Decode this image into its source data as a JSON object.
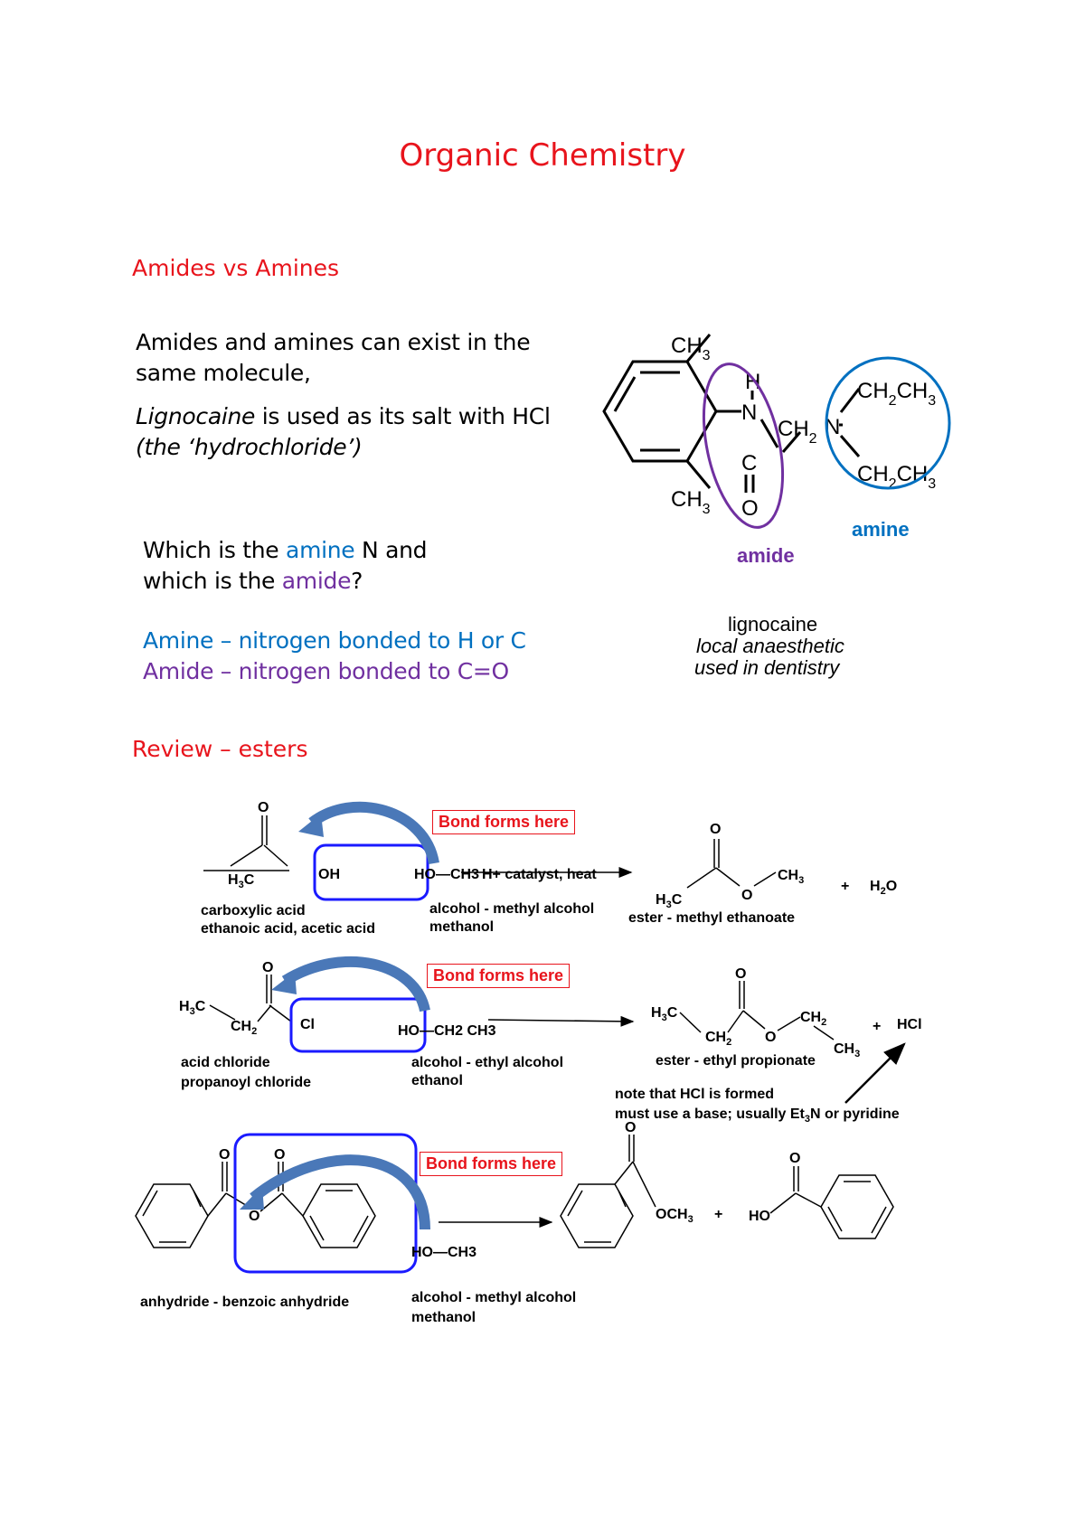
{
  "title": "Organic Chemistry",
  "section1": {
    "heading": "Amides vs Amines",
    "line1": "Amides and amines can exist in the",
    "line2": "same molecule,",
    "line3_italic": "Lignocaine",
    "line3_rest": " is used as its salt with HCl",
    "line4": "(the ‘hydrochloride’)",
    "q_part1": "Which is the ",
    "q_amine": "amine",
    "q_part2": " N and",
    "q_part3": "which is the ",
    "q_amide": "amide",
    "q_part4": "?",
    "def_amine": "Amine – nitrogen bonded to H or C",
    "def_amide": "Amide – nitrogen bonded to C=O",
    "molecule": {
      "ch3_top": "CH3",
      "h": "H",
      "n1": "N",
      "c": "C",
      "o": "O",
      "ch2": "CH2",
      "n2": "N",
      "ethyl_top": "CH2CH3",
      "ethyl_bottom": "CH2CH3",
      "ch3_bottom": "CH3",
      "amine_label": "amine",
      "amide_label": "amide",
      "name": "lignocaine",
      "use1": "local anaesthetic",
      "use2": "used in dentistry"
    }
  },
  "section2": {
    "heading": "Review – esters",
    "bond_label": "Bond forms here",
    "r1": {
      "acid_h3c": "H3C",
      "acid_oh": "OH",
      "acid_o": "O",
      "alc": "HO—CH3",
      "cond": "H+ catalyst, heat",
      "prod_h3c": "H3C",
      "prod_ch3": "CH3",
      "prod_o": "O",
      "plus": "+",
      "water": "H2O",
      "label_acid_1": "carboxylic acid",
      "label_acid_2": "ethanoic acid, acetic acid",
      "label_alc_1": "alcohol - methyl alcohol",
      "label_alc_2": "methanol",
      "label_ester": "ester - methyl ethanoate"
    },
    "r2": {
      "h3c": "H3C",
      "ch2": "CH2",
      "cl": "Cl",
      "o": "O",
      "alc": "HO—CH2 CH3",
      "prod_h3c": "H3C",
      "prod_ch2": "CH2",
      "prod_ch2b": "CH2",
      "prod_ch3": "CH3",
      "plus": "+",
      "hcl": "HCl",
      "label_acid_1": "acid chloride",
      "label_acid_2": "propanoyl chloride",
      "label_alc_1": "alcohol - ethyl alcohol",
      "label_alc_2": "ethanol",
      "label_ester": "ester - ethyl propionate",
      "note1": "note that HCl is formed",
      "note2": "must use a base; usually Et3N or pyridine"
    },
    "r3": {
      "alc": "HO—CH3",
      "och3": "OCH3",
      "plus": "+",
      "ho": "HO",
      "label_anh": "anhydride - benzoic anhydride",
      "label_alc_1": "alcohol - methyl alcohol",
      "label_alc_2": "methanol"
    }
  },
  "colors": {
    "red": "#e8141c",
    "amine_blue": "#0070c0",
    "amide_purple": "#7030a0",
    "box_blue": "#1a1aff",
    "arrow_blue": "#4a78b8"
  }
}
